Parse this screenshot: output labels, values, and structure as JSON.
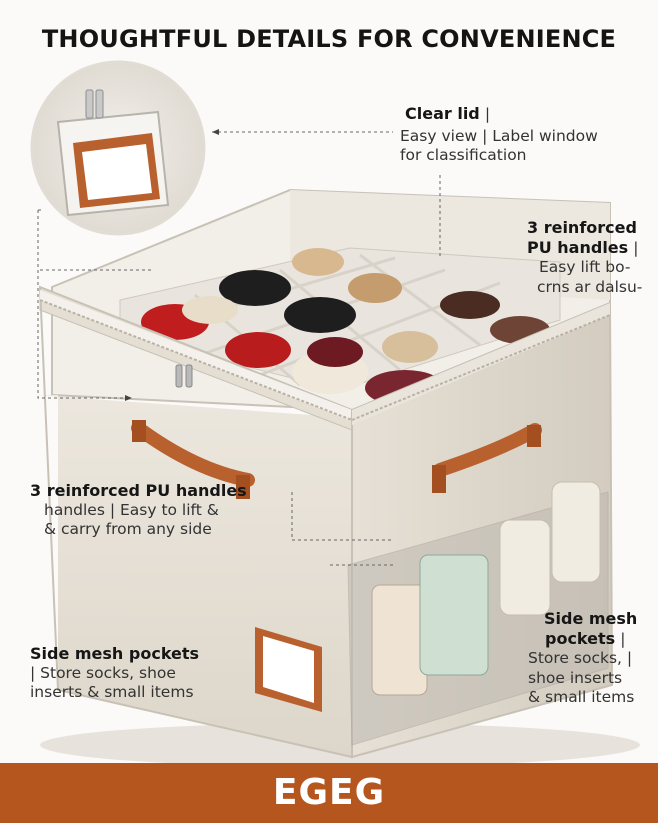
{
  "headline": "THOUGHTFUL DETAILS FOR CONVENIENCE",
  "callouts": {
    "clear_lid": {
      "title": "Clear lid",
      "title_sep": "|",
      "line1": "Easy view | Label window",
      "line2": "for classification"
    },
    "top_handles": {
      "title1": "3 reinforced",
      "title2": "PU handles",
      "title_sep": "|",
      "line1": "Easy lift bo-",
      "line2": "crns ar dalsu-"
    },
    "left_handles": {
      "title": "3 reinforced PU handles",
      "line1": "handles | Easy to lift &",
      "line2": "& carry from any side"
    },
    "left_mesh": {
      "title": "Side mesh pockets",
      "line1": "| Store socks, shoe",
      "line2": "inserts & small items"
    },
    "right_mesh": {
      "title1": "Side mesh",
      "title2": "pockets",
      "title_sep": "|",
      "line1": "Store socks, |",
      "line2": "shoe inserts",
      "line3": "& small items"
    }
  },
  "brand": "EGEG",
  "colors": {
    "accent": "#b5561f",
    "canvas": "#e9e3d9",
    "leather": "#b8612e"
  },
  "icons": [
    "zipper-pull-icon",
    "label-window-icon",
    "handle-icon"
  ]
}
